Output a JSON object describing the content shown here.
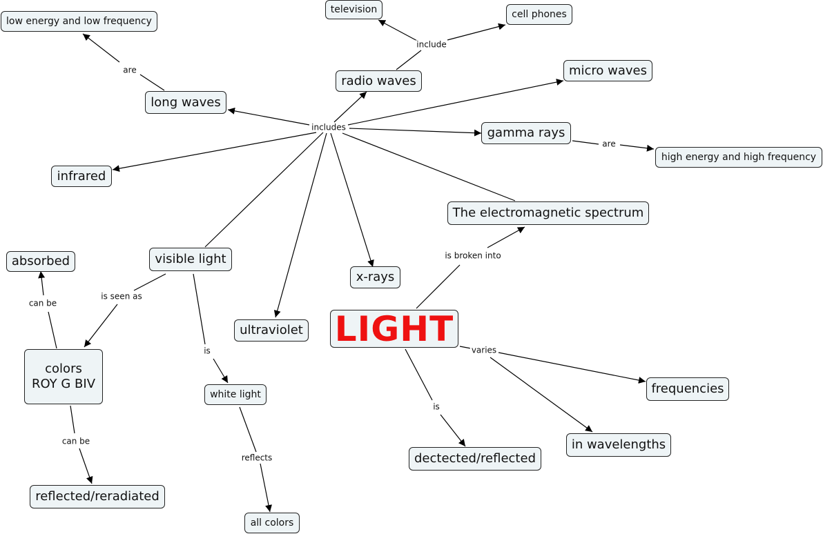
{
  "nodes": {
    "low_energy": "low energy and low frequency",
    "television": "television",
    "cell_phones": "cell phones",
    "radio_waves": "radio waves",
    "micro_waves": "micro waves",
    "long_waves": "long waves",
    "gamma_rays": "gamma rays",
    "high_energy": "high energy and high frequency",
    "infrared": "infrared",
    "em_spectrum": "The electromagnetic spectrum",
    "absorbed": "absorbed",
    "visible_light": "visible light",
    "x_rays": "x-rays",
    "ultraviolet": "ultraviolet",
    "light": "LIGHT",
    "colors_line1": "colors",
    "colors_line2": "ROY G BIV",
    "white_light": "white light",
    "frequencies": "frequencies",
    "in_wavelengths": "in wavelengths",
    "detected": "dectected/reflected",
    "reflected": "reflected/reradiated",
    "all_colors": "all colors"
  },
  "links": {
    "include": "include",
    "are_low": "are",
    "includes": "includes",
    "are_high": "are",
    "is_broken_into": "is broken into",
    "can_be_absorbed": "can be",
    "is_seen_as": "is seen as",
    "is_white": "is",
    "varies": "varies",
    "is_detected": "is",
    "can_be_reflected": "can be",
    "reflects": "reflects"
  }
}
